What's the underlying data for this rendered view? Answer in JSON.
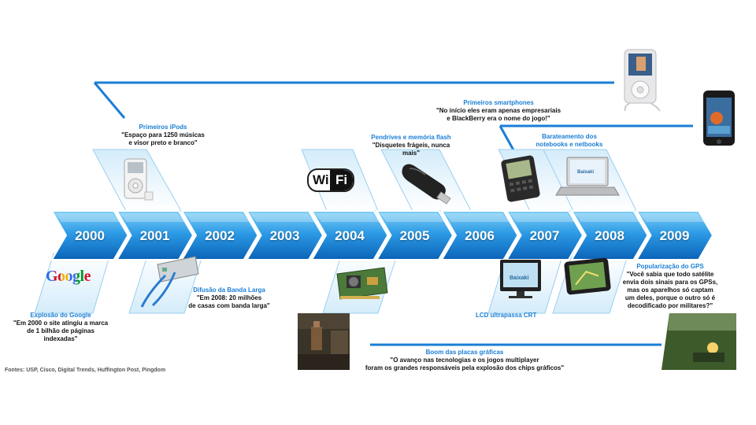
{
  "years": [
    "2000",
    "2001",
    "2002",
    "2003",
    "2004",
    "2005",
    "2006",
    "2007",
    "2008",
    "2009"
  ],
  "colors": {
    "arrow_top": "#6cc3f2",
    "arrow_bottom": "#0d6fc4",
    "accent": "#1a7ed6",
    "panel": "#d8eefb"
  },
  "events": {
    "google": {
      "title": "Explosão do Google",
      "quote": "\"Em 2000 o site atingiu a marca\nde 1 bilhão de páginas indexadas\"",
      "logo": "Google"
    },
    "ipod": {
      "title": "Primeiros iPods",
      "quote": "\"Espaço para 1250 músicas\ne visor preto e branco\""
    },
    "broadband": {
      "title": "Difusão da Banda Larga",
      "quote": "\"Em 2008: 20 milhões\nde casas com banda larga\""
    },
    "wifi": {
      "logo_w": "Wi",
      "logo_fi": "Fi"
    },
    "flash": {
      "title": "Pendrives e memória flash",
      "quote": "\"Disquetes frágeis, nunca mais\""
    },
    "smartphones": {
      "title": "Primeiros smartphones",
      "quote": "\"No início eles eram apenas empresariais\ne BlackBerry era o nome do jogo!\""
    },
    "notebooks": {
      "title": "Barateamento dos\nnotebooks e netbooks",
      "brand": "Baixaki"
    },
    "lcd": {
      "title": "LCD ultrapassa CRT",
      "brand": "Baixaki"
    },
    "gps": {
      "title": "Popularização do GPS",
      "quote": "\"Você sabia que todo satélite\nenvia dois sinais para os GPSs,\nmas os aparelhos só captam\num deles, porque o outro só é\ndecodificado por militares?\""
    },
    "graphics": {
      "title": "Boom das placas gráficas",
      "quote": "\"O avanço nas tecnologias e os jogos multiplayer\nforam os grandes responsáveis pela explosão dos chips gráficos\""
    }
  },
  "sources": "Fontes: USP, Cisco, Digital Trends, Huffington Post, Pingdom"
}
